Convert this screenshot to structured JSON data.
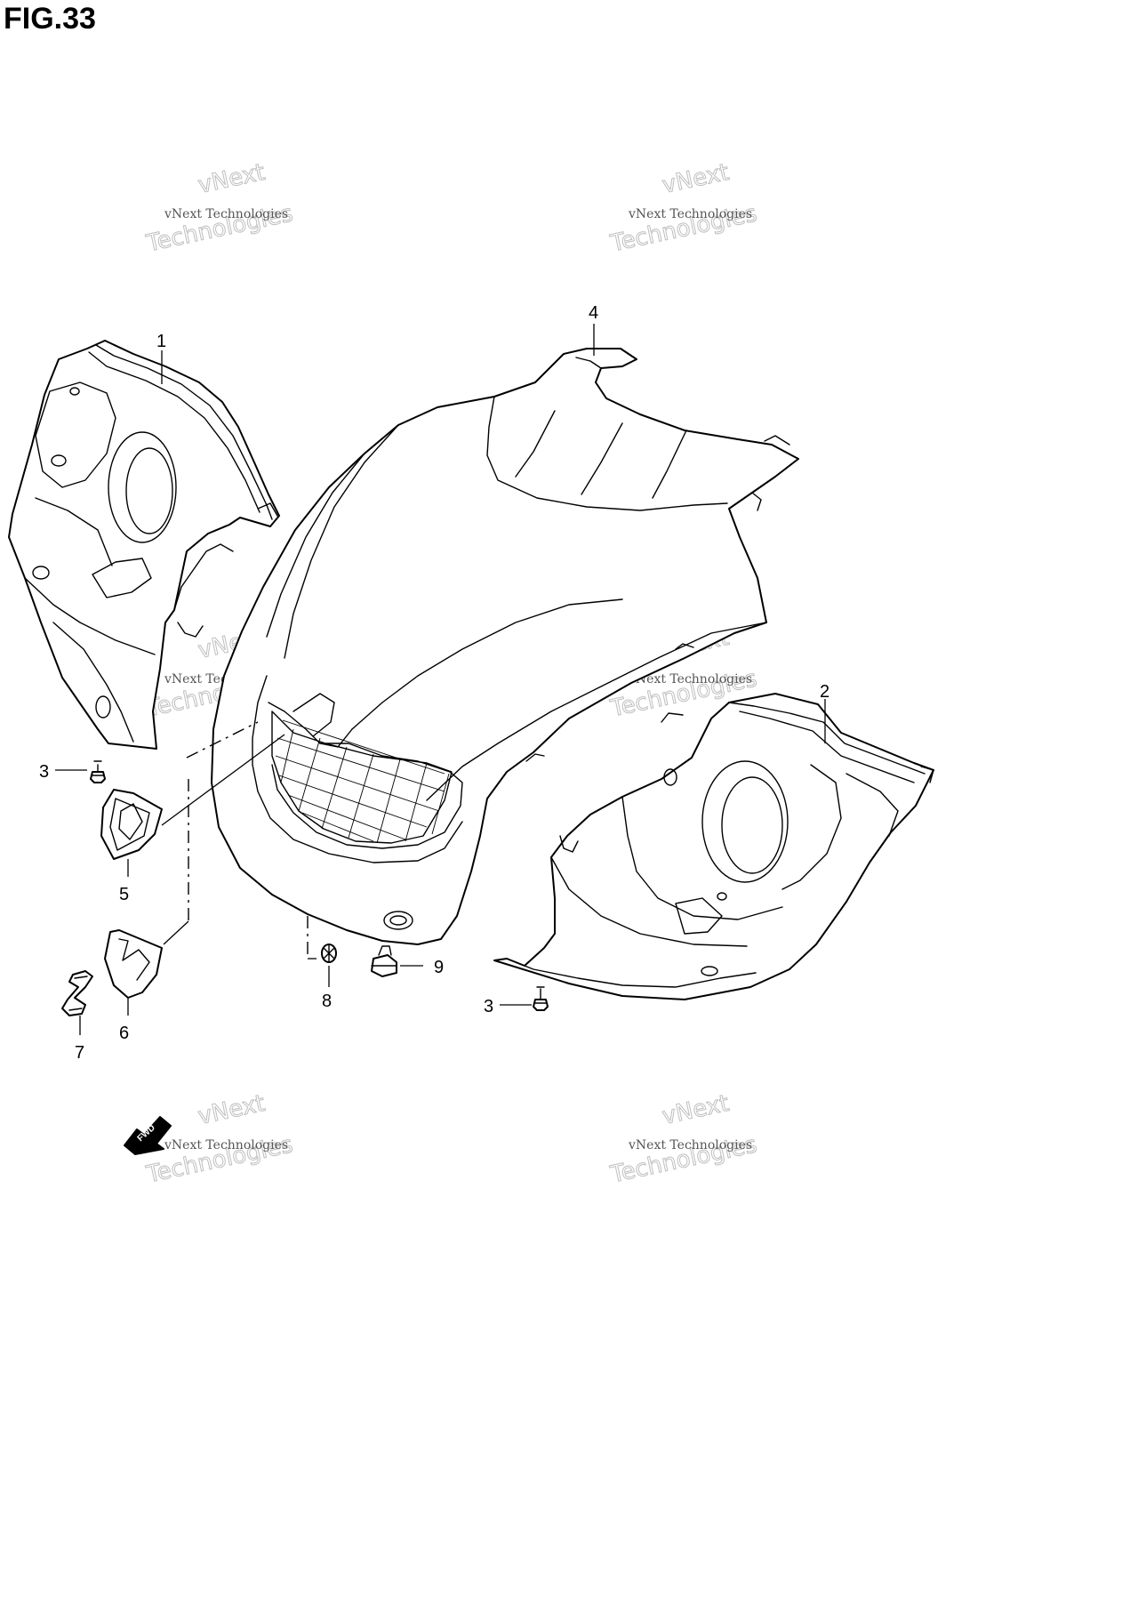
{
  "figure": {
    "title": "FIG.33"
  },
  "callouts": [
    {
      "id": "c1",
      "label": "1"
    },
    {
      "id": "c2",
      "label": "2"
    },
    {
      "id": "c3a",
      "label": "3"
    },
    {
      "id": "c3b",
      "label": "3"
    },
    {
      "id": "c4",
      "label": "4"
    },
    {
      "id": "c5",
      "label": "5"
    },
    {
      "id": "c6",
      "label": "6"
    },
    {
      "id": "c7",
      "label": "7"
    },
    {
      "id": "c8",
      "label": "8"
    },
    {
      "id": "c9",
      "label": "9"
    }
  ],
  "fwd_arrow": {
    "label": "FWD"
  },
  "watermark": {
    "line1": "vNext Technologies",
    "line2": "vNext",
    "line3": "Technologies"
  }
}
